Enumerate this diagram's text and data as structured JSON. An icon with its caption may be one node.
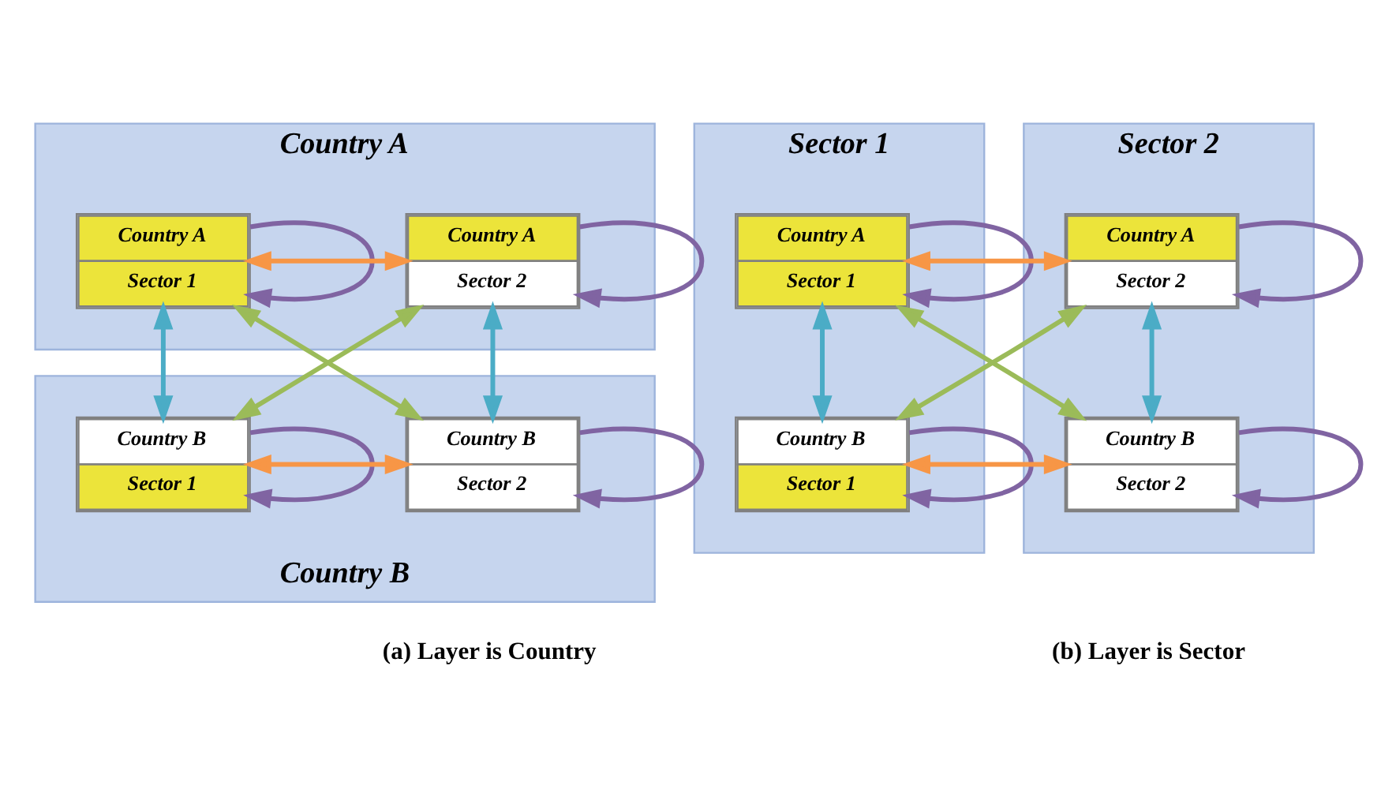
{
  "diagram": {
    "nodes": [
      {
        "text": [
          "Country A"
        ]
      },
      {
        "text": [
          "Country A",
          "Sector 1"
        ],
        "in": 0
      },
      {
        "text": [
          "Country A",
          "Sector 2"
        ],
        "in": 0
      },
      {
        "text": [
          "Country B"
        ]
      },
      {
        "text": [
          "Country B",
          "Sector 1"
        ],
        "in": 3
      },
      {
        "text": [
          "Country B",
          "Sector 2"
        ],
        "in": 3
      },
      {
        "text": [
          "Sector 1"
        ]
      },
      {
        "text": [
          "Country A",
          "Sector 1"
        ],
        "in": 6
      },
      {
        "text": [
          "Country B",
          "Sector 1"
        ],
        "in": 6
      },
      {
        "text": [
          "Sector 2"
        ]
      },
      {
        "text": [
          "Country A",
          "Sector 2"
        ],
        "in": 9
      },
      {
        "text": [
          "Country B",
          "Sector 2"
        ],
        "in": 9
      }
    ],
    "edges": [
      {
        "from": 1,
        "to": 1,
        "arrow": "to",
        "color": "#8064a2"
      },
      {
        "from": 2,
        "to": 2,
        "arrow": "to",
        "color": "#8064a2"
      },
      {
        "from": 1,
        "to": 2,
        "arrow": "both",
        "color": "#f79646"
      },
      {
        "from": 1,
        "to": 4,
        "arrow": "both",
        "color": "#4bacc6"
      },
      {
        "from": 1,
        "to": 5,
        "arrow": "both",
        "color": "#9bbb59"
      },
      {
        "from": 2,
        "to": 4,
        "arrow": "both",
        "color": "#9bbb59"
      },
      {
        "from": 2,
        "to": 5,
        "arrow": "both",
        "color": "#4bacc6"
      },
      {
        "from": 4,
        "to": 5,
        "arrow": "both",
        "color": "#f79646"
      },
      {
        "from": 4,
        "to": 4,
        "arrow": "to",
        "color": "#8064a2"
      },
      {
        "from": 5,
        "to": 5,
        "arrow": "to",
        "color": "#8064a2"
      },
      {
        "from": 7,
        "to": 7,
        "arrow": "to",
        "color": "#8064a2"
      },
      {
        "from": 10,
        "to": 10,
        "arrow": "to",
        "color": "#8064a2"
      },
      {
        "from": 7,
        "to": 10,
        "arrow": "both",
        "color": "#f79646"
      },
      {
        "from": 7,
        "to": 8,
        "arrow": "both",
        "color": "#4bacc6"
      },
      {
        "from": 7,
        "to": 11,
        "arrow": "both",
        "color": "#9bbb59"
      },
      {
        "from": 10,
        "to": 8,
        "arrow": "both",
        "color": "#9bbb59"
      },
      {
        "from": 10,
        "to": 11,
        "arrow": "both",
        "color": "#4bacc6"
      },
      {
        "from": 8,
        "to": 11,
        "arrow": "both",
        "color": "#f79646"
      },
      {
        "from": 8,
        "to": 8,
        "arrow": "to",
        "color": "#8064a2"
      },
      {
        "from": 11,
        "to": 11,
        "arrow": "to",
        "color": "#8064a2"
      }
    ],
    "labels": [
      "(a) Layer is Country",
      "(b) Layer is Sector"
    ]
  }
}
